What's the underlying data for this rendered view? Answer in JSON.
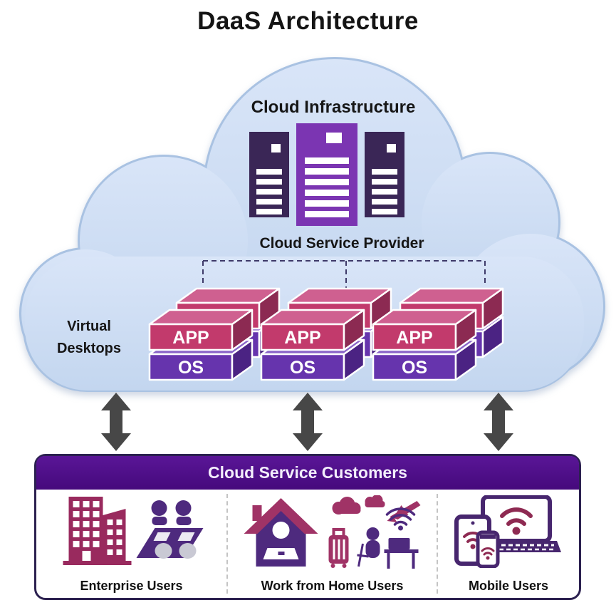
{
  "title": "DaaS Architecture",
  "cloud": {
    "infrastructure_label": "Cloud Infrastructure",
    "provider_label": "Cloud Service Provider",
    "virtual_desktops": {
      "line1": "Virtual",
      "line2": "Desktops"
    },
    "stack_app_label": "APP",
    "stack_os_label": "OS",
    "icons": [
      "server-rack-icon",
      "server-rack-icon",
      "server-rack-icon"
    ]
  },
  "customers": {
    "header": "Cloud Service Customers",
    "sections": [
      {
        "label": "Enterprise Users",
        "icons": [
          "office-building-icon",
          "office-workers-icon"
        ]
      },
      {
        "label": "Work from Home Users",
        "icons": [
          "home-worker-icon",
          "business-traveler-icon"
        ]
      },
      {
        "label": "Mobile Users",
        "icons": [
          "laptop-wifi-icon",
          "tablet-wifi-icon",
          "phone-wifi-icon"
        ]
      }
    ]
  },
  "connectors": {
    "arrows": [
      "bidirectional-arrow",
      "bidirectional-arrow",
      "bidirectional-arrow"
    ],
    "dashed_bracket_drops": 3
  },
  "colors": {
    "cloud_fill": "#cbdcf3",
    "cloud_border": "#a9c2e2",
    "server_bright_purple": "#7b35b2",
    "server_dark_purple": "#3a2656",
    "app_box_pink": "#c23a6c",
    "os_box_purple": "#6634ad",
    "header_purple": "#4c0e86",
    "arrow_gray": "#474747",
    "icon_maroon": "#9b2a5e",
    "icon_purple": "#4e2a7e",
    "box_border_navy": "#2c2150"
  }
}
